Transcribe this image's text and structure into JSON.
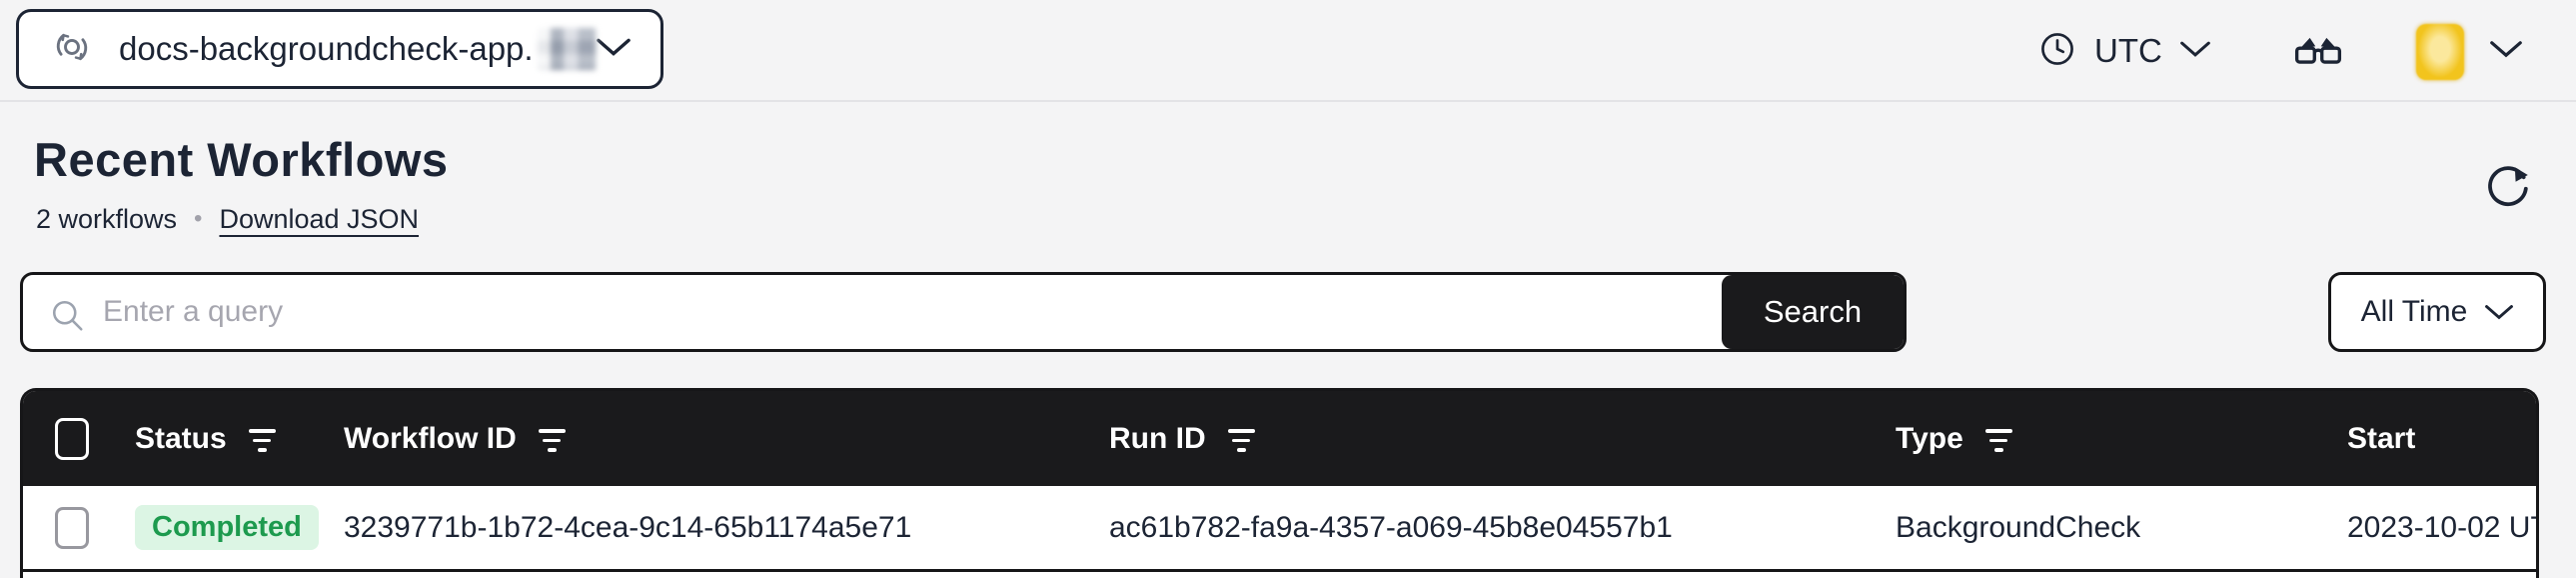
{
  "topbar": {
    "namespace_switcher": {
      "label": "docs-backgroundcheck-app."
    },
    "timezone": {
      "label": "UTC"
    }
  },
  "page": {
    "title": "Recent Workflows",
    "workflow_count": "2 workflows",
    "separator": "•",
    "download_json_label": "Download JSON"
  },
  "search": {
    "placeholder": "Enter a query",
    "search_button_label": "Search",
    "time_range_label": "All Time"
  },
  "table": {
    "columns": [
      {
        "label": "Status",
        "filterable": true
      },
      {
        "label": "Workflow ID",
        "filterable": true
      },
      {
        "label": "Run ID",
        "filterable": true
      },
      {
        "label": "Type",
        "filterable": true
      },
      {
        "label": "Start",
        "filterable": false
      }
    ],
    "rows": [
      {
        "status": "Completed",
        "workflow_id": "3239771b-1b72-4cea-9c14-65b1174a5e71",
        "run_id": "ac61b782-fa9a-4357-a069-45b8e04557b1",
        "type": "BackgroundCheck",
        "start": "2023-10-02 UT"
      }
    ]
  },
  "icons": {
    "namespace": "sync-icon",
    "clock": "clock-icon",
    "labs": "glasses-icon",
    "refresh": "refresh-icon",
    "search": "search-icon",
    "filter": "filter-lines-icon",
    "chevron": "chevron-down-icon"
  },
  "colors": {
    "accent_dark": "#1a1a1c",
    "text_primary": "#1c2434",
    "page_bg": "#f4f4f5",
    "status_completed_bg": "#dcf5e4",
    "status_completed_text": "#1d9a4e",
    "avatar_yellow": "#f2c41d"
  }
}
